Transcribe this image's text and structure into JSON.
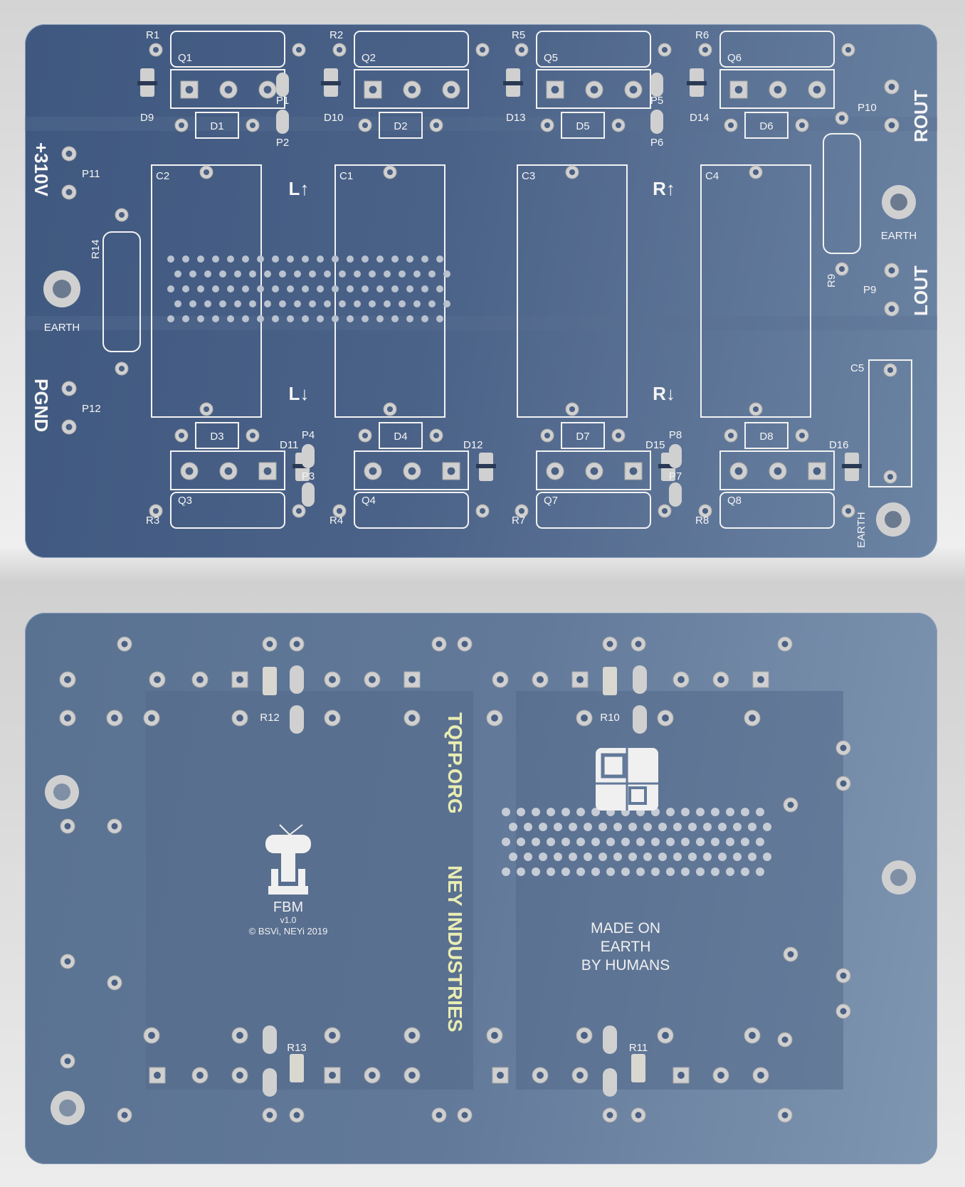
{
  "top": {
    "q_labels": [
      "Q1",
      "Q2",
      "Q5",
      "Q6",
      "Q3",
      "Q4",
      "Q7",
      "Q8"
    ],
    "r_labels": [
      "R1",
      "R2",
      "R5",
      "R6",
      "R3",
      "R4",
      "R7",
      "R8"
    ],
    "d_small_labels": [
      "D9",
      "D10",
      "D13",
      "D14",
      "D11",
      "D12",
      "D15",
      "D16"
    ],
    "d_big_labels": [
      "D1",
      "D2",
      "D5",
      "D6",
      "D3",
      "D4",
      "D7",
      "D8"
    ],
    "p_labels": [
      "P1",
      "P2",
      "P5",
      "P6",
      "P4",
      "P3",
      "P8",
      "P7"
    ],
    "cap_labels": [
      "C2",
      "C1",
      "C3",
      "C4"
    ],
    "arrows": [
      "L↑",
      "R↑",
      "L↓",
      "R↓"
    ],
    "power_label": "+310V",
    "ground_label": "PGND",
    "earth_label": "EARTH",
    "rout_label": "ROUT",
    "lout_label": "LOUT",
    "p9": "P9",
    "p10": "P10",
    "p11": "P11",
    "p12": "P12",
    "r9": "R9",
    "r14": "R14",
    "c5": "C5"
  },
  "bottom": {
    "r_labels": [
      "R12",
      "R10",
      "R13",
      "R11"
    ],
    "site": "TQFP.ORG",
    "company": "NEY INDUSTRIES",
    "product": "FBM",
    "version": "v1.0",
    "copyright": "© BSVi, NEYi 2019",
    "made_on": [
      "MADE ON",
      "EARTH",
      "BY HUMANS"
    ]
  },
  "colors": {
    "board": "#4b6288",
    "silk": "#f3f3f3",
    "pad": "#c9c9c9",
    "slogan": "#e9edb2"
  }
}
